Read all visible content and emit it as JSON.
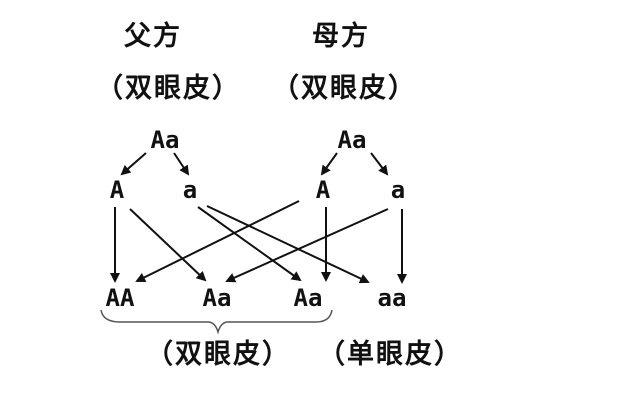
{
  "parents": {
    "father": {
      "label": "父方",
      "phenotype": "（双眼皮）",
      "genotype": "Aa",
      "gametes": [
        "A",
        "a"
      ]
    },
    "mother": {
      "label": "母方",
      "phenotype": "（双眼皮）",
      "genotype": "Aa",
      "gametes": [
        "A",
        "a"
      ]
    }
  },
  "offspring": {
    "genotypes": [
      "AA",
      "Aa",
      "Aa",
      "aa"
    ],
    "phenotype_dominant": "（双眼皮）",
    "phenotype_recessive": "（单眼皮）"
  },
  "colors": {
    "ink": "#111111",
    "background": "#ffffff"
  }
}
